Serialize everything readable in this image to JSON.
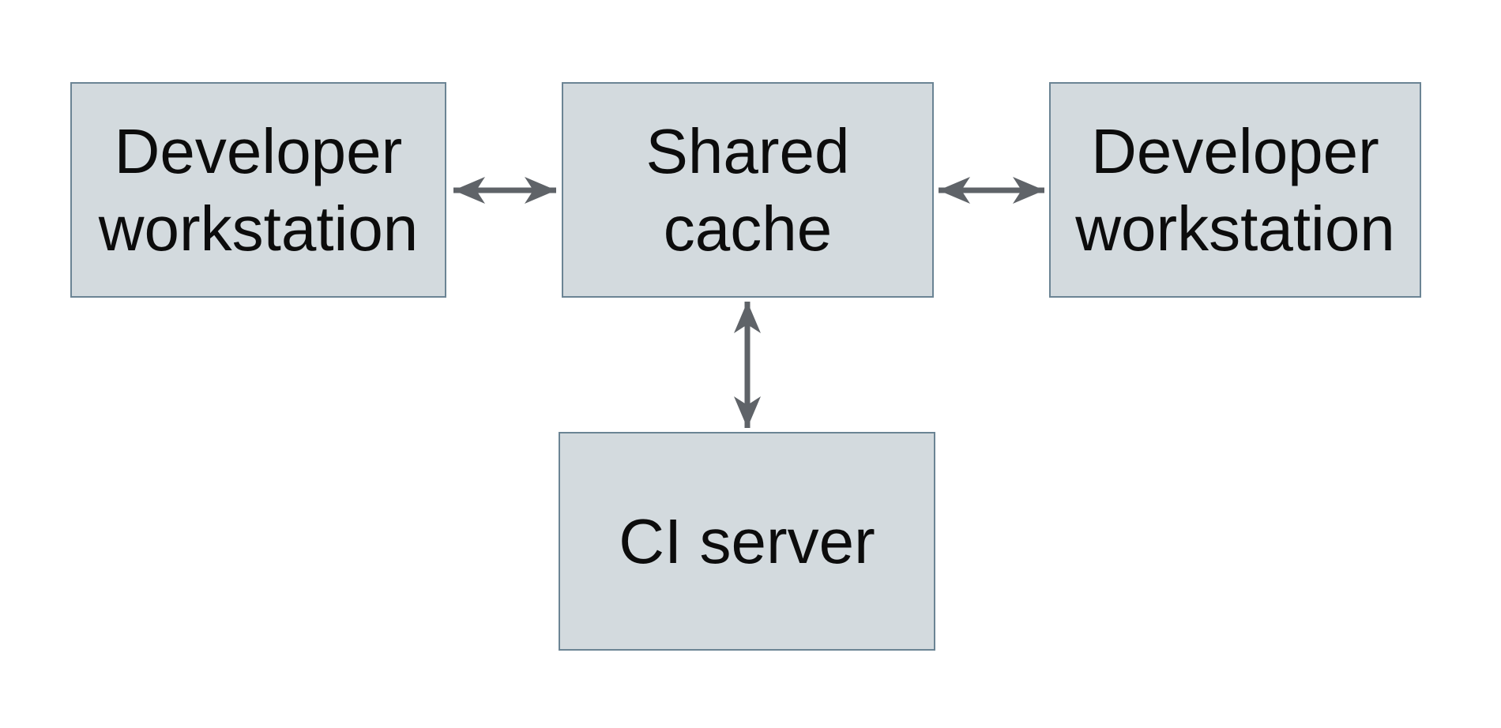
{
  "diagram": {
    "background": "#ffffff",
    "node_fill": "#d3dade",
    "node_border": "#6b8494",
    "arrow_color": "#5f6368",
    "text_color": "#0c0c0c",
    "nodes": [
      {
        "id": "developer-workstation-left",
        "label": "Developer\nworkstation"
      },
      {
        "id": "shared-cache",
        "label": "Shared\ncache"
      },
      {
        "id": "developer-workstation-right",
        "label": "Developer\nworkstation"
      },
      {
        "id": "ci-server",
        "label": "CI server"
      }
    ],
    "edges": [
      {
        "from": "developer-workstation-left",
        "to": "shared-cache",
        "direction": "bidirectional"
      },
      {
        "from": "shared-cache",
        "to": "developer-workstation-right",
        "direction": "bidirectional"
      },
      {
        "from": "shared-cache",
        "to": "ci-server",
        "direction": "bidirectional"
      }
    ]
  }
}
